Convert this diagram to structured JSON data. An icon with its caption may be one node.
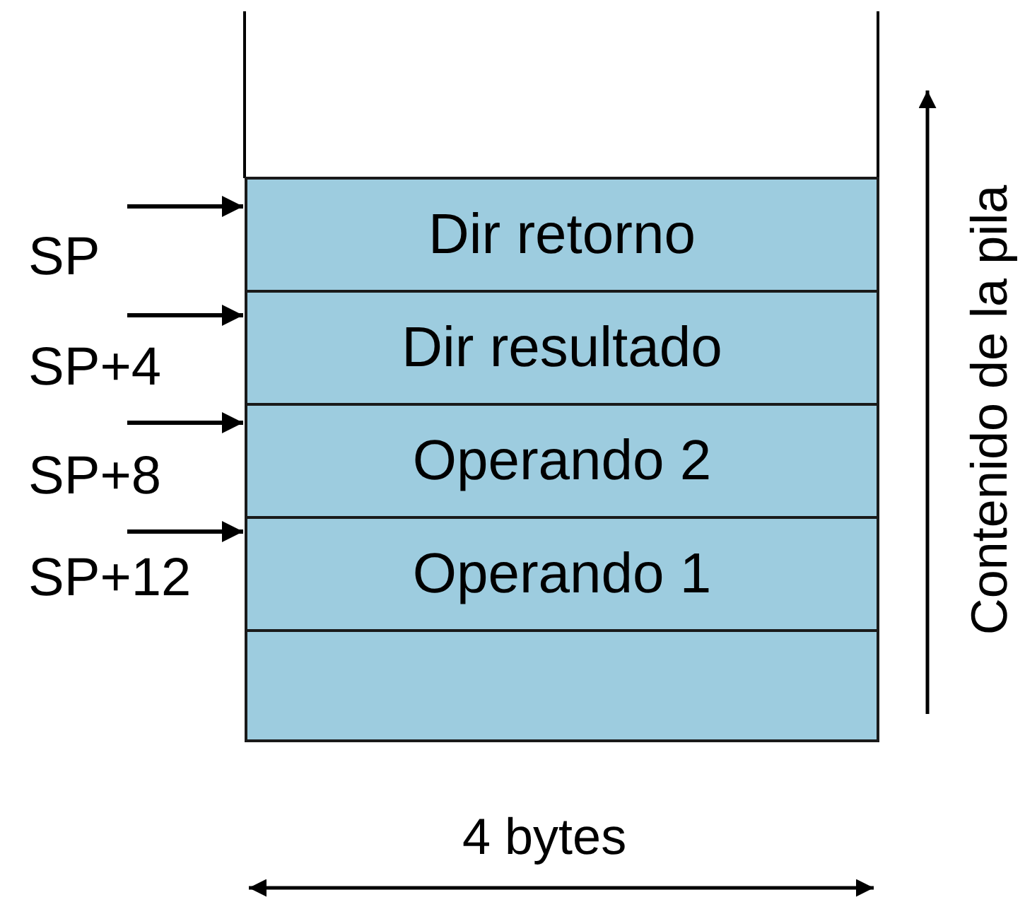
{
  "diagram": {
    "nodes": [
      {
        "text": [
          "Dir retorno"
        ]
      },
      {
        "text": [
          "Dir resultado"
        ]
      },
      {
        "text": [
          "Operando 2"
        ]
      },
      {
        "text": [
          "Operando 1"
        ]
      },
      {
        "text": [],
        "shape": "box"
      },
      {
        "text": [
          "SP"
        ]
      },
      {
        "text": [
          "SP+4"
        ]
      },
      {
        "text": [
          "SP+8"
        ]
      },
      {
        "text": [
          "SP+12"
        ]
      }
    ],
    "edges": [
      {
        "from": 5,
        "to": 0,
        "arrow": "to"
      },
      {
        "from": 6,
        "to": 1,
        "arrow": "to"
      },
      {
        "from": 7,
        "to": 2,
        "arrow": "to"
      },
      {
        "from": 8,
        "to": 3,
        "arrow": "to"
      }
    ],
    "labels": [
      "Contenido de la pila",
      "4 bytes"
    ]
  }
}
